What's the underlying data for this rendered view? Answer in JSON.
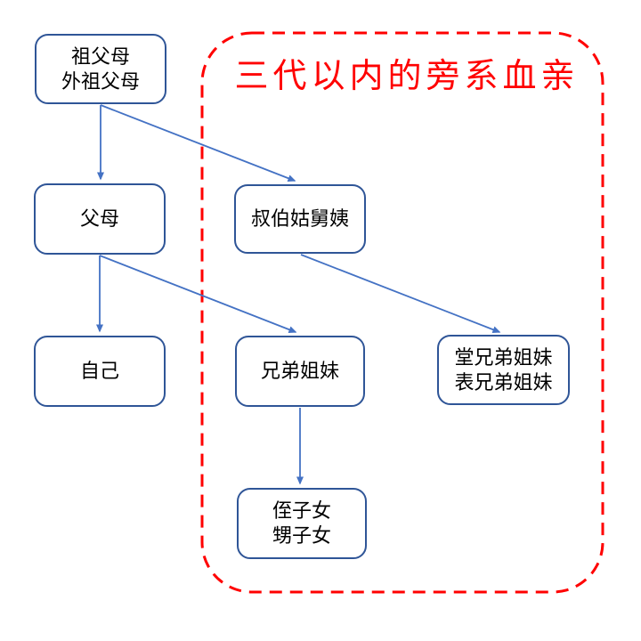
{
  "diagram": {
    "title": "三代以内的旁系血亲",
    "colors": {
      "title": "#ff0000",
      "boundary_border": "#ff0000",
      "node_border": "#2f5597",
      "node_fill": "#ffffff",
      "node_text": "#000000",
      "arrow": "#4472c4"
    },
    "nodes": [
      {
        "id": "grandparents",
        "lines": [
          "祖父母",
          "外祖父母"
        ]
      },
      {
        "id": "parents",
        "lines": [
          "父母"
        ]
      },
      {
        "id": "uncles-aunts",
        "lines": [
          "叔伯姑舅姨"
        ]
      },
      {
        "id": "self",
        "lines": [
          "自己"
        ]
      },
      {
        "id": "siblings",
        "lines": [
          "兄弟姐妹"
        ]
      },
      {
        "id": "cousins",
        "lines": [
          "堂兄弟姐妹",
          "表兄弟姐妹"
        ]
      },
      {
        "id": "nephews-nieces",
        "lines": [
          "侄子女",
          "甥子女"
        ]
      }
    ],
    "edges": [
      {
        "from": "grandparents",
        "to": "parents"
      },
      {
        "from": "grandparents",
        "to": "uncles-aunts"
      },
      {
        "from": "parents",
        "to": "self"
      },
      {
        "from": "parents",
        "to": "siblings"
      },
      {
        "from": "uncles-aunts",
        "to": "cousins"
      },
      {
        "from": "siblings",
        "to": "nephews-nieces"
      }
    ]
  }
}
